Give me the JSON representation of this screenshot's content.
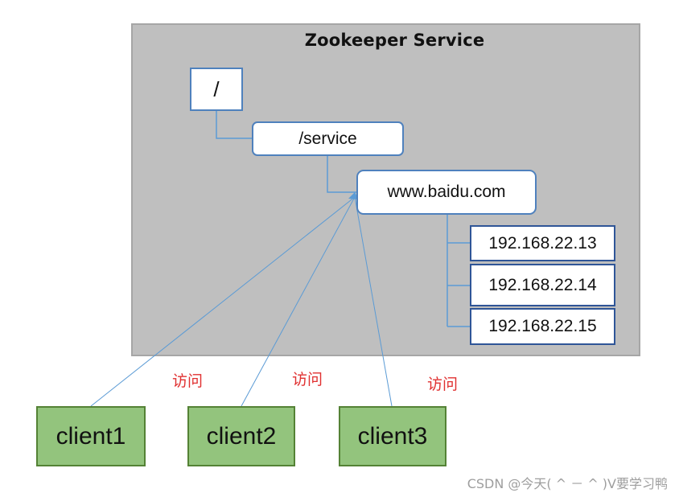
{
  "title": "Zookeeper Service",
  "tree": {
    "root": "/",
    "service": "/service",
    "domain": "www.baidu.com",
    "servers": [
      "192.168.22.13",
      "192.168.22.14",
      "192.168.22.15"
    ]
  },
  "clients": [
    "client1",
    "client2",
    "client3"
  ],
  "access_labels": [
    "访问",
    "访问",
    "访问"
  ],
  "watermark": "CSDN @今天( ^ － ^ )V要学习鸭",
  "colors": {
    "panel": "#bfbfbf",
    "node_border": "#4f81bd",
    "client_fill": "#93c47d",
    "client_border": "#548235",
    "access_text": "#e03030",
    "connector": "#5b9bd5"
  }
}
